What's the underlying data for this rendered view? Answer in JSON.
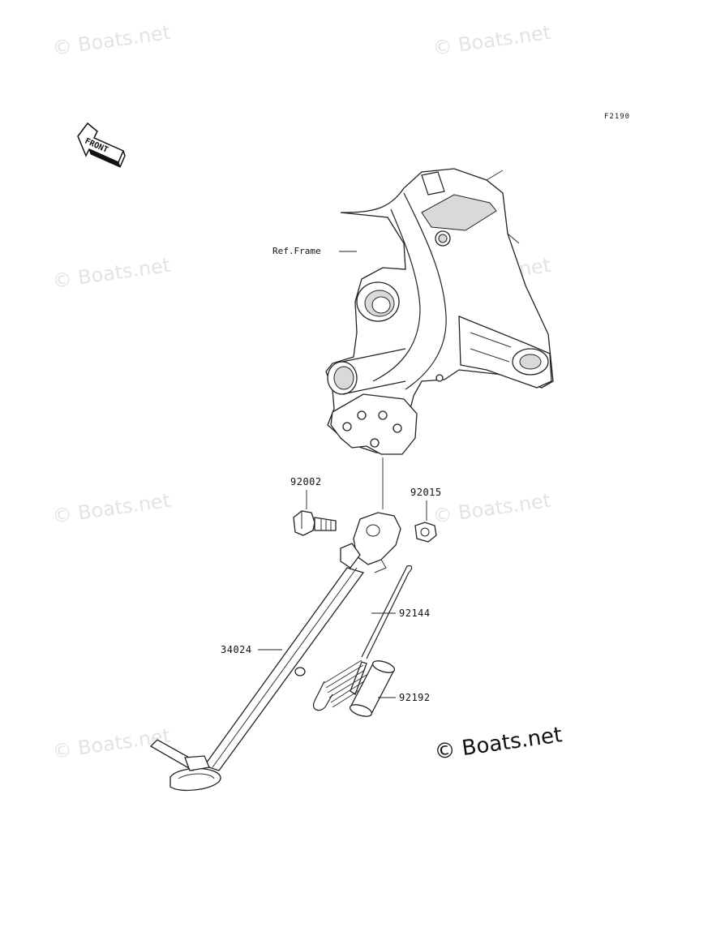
{
  "figure_id": "F2190",
  "front_arrow_label": "FRONT",
  "ref_frame_label": "Ref.Frame",
  "parts": {
    "bolt": "92002",
    "nut": "92015",
    "spring": "92144",
    "side_stand": "34024",
    "sleeve": "92192"
  },
  "watermark": {
    "text": "© Boats.net"
  }
}
